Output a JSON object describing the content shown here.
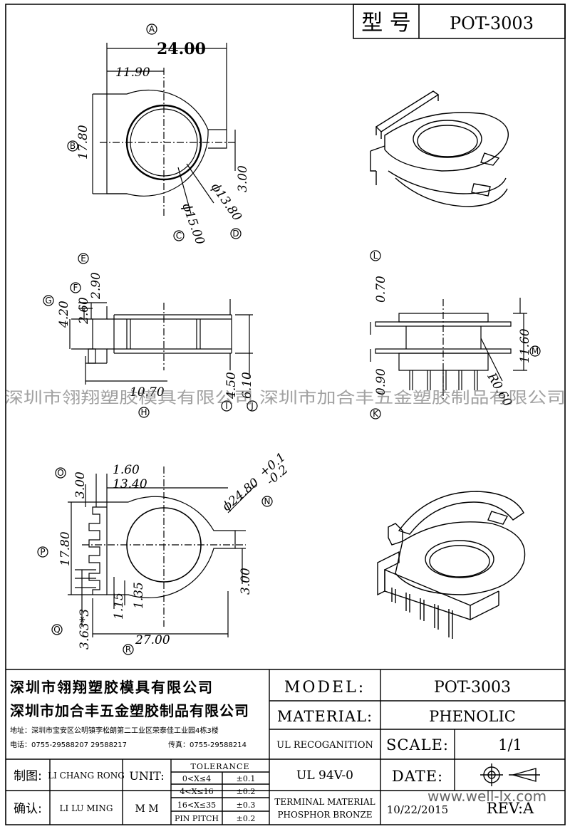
{
  "header": {
    "label": "型 号",
    "model": "POT-3003"
  },
  "top_view": {
    "width": "24.00",
    "half": "11.90",
    "height": "17.80",
    "slot": "3.00",
    "outer_d": "ϕ15.00",
    "inner_d": "ϕ13.80",
    "tags": [
      "A",
      "B",
      "C",
      "D"
    ]
  },
  "side_view": {
    "d1": "2.90",
    "d2": "2.60",
    "d3": "4.20",
    "d4": "4.50",
    "d5": "6.10",
    "d6": "10.70",
    "tags": [
      "E",
      "F",
      "G",
      "H",
      "I",
      "J"
    ]
  },
  "front_view": {
    "d1": "0.70",
    "d2": "11.60",
    "d3": "0.90",
    "radius": "R0.60",
    "tags": [
      "L",
      "M",
      "K"
    ]
  },
  "bottom_view": {
    "d1": "1.60",
    "d2": "13.40",
    "d3": "3.00",
    "diam": "ϕ24.80",
    "tol_up": "+0.1",
    "tol_dn": "-0.2",
    "d4": "17.80",
    "d5": "3.00",
    "d6": "1.15",
    "d7": "1.35",
    "d8": "3.63*3",
    "d9": "27.00",
    "tags": [
      "O",
      "N",
      "P",
      "Q",
      "R"
    ]
  },
  "watermark": "深圳市翎翔塑胶模具有限公司 深圳市加合丰五金塑胶制品有限公司",
  "watermark2": "www.well-lx.com",
  "title_block": {
    "company1": "深圳市翎翔塑胶模具有限公司",
    "company2": "深圳市加合丰五金塑胶制品有限公司",
    "address": "地址：深圳市宝安区公明镇李松朗第二工业区荣泰佳工业园4栋3楼",
    "phone": "电话：0755-29588207  29588217",
    "fax": "传真：0755-29588214",
    "model_label": "MODEL:",
    "model_value": "POT-3003",
    "material_label": "MATERIAL:",
    "material_value": "PHENOLIC",
    "ul_label": "UL RECOGANITION",
    "ul_value": "UL 94V-0",
    "scale_label": "SCALE:",
    "scale_value": "1/1",
    "date_label": "DATE:",
    "terminal_label1": "TERMINAL MATERIAL",
    "terminal_label2": "PHOSPHOR  BRONZE",
    "date_value": "10/22/2015",
    "rev": "REV:A",
    "drawn_label": "制图:",
    "drawn_name": "LI CHANG RONG",
    "checked_label": "确认:",
    "checked_name": "LI LU MING",
    "unit_label": "UNIT:",
    "unit_value": "M M",
    "tol_title": "TOLERANCE",
    "tol": [
      {
        "range": "0<X≤4",
        "val": "±0.1"
      },
      {
        "range": "4<X≤16",
        "val": "±0.2"
      },
      {
        "range": "16<X≤35",
        "val": "±0.3"
      },
      {
        "range": "PIN PITCH",
        "val": "±0.2"
      }
    ]
  }
}
